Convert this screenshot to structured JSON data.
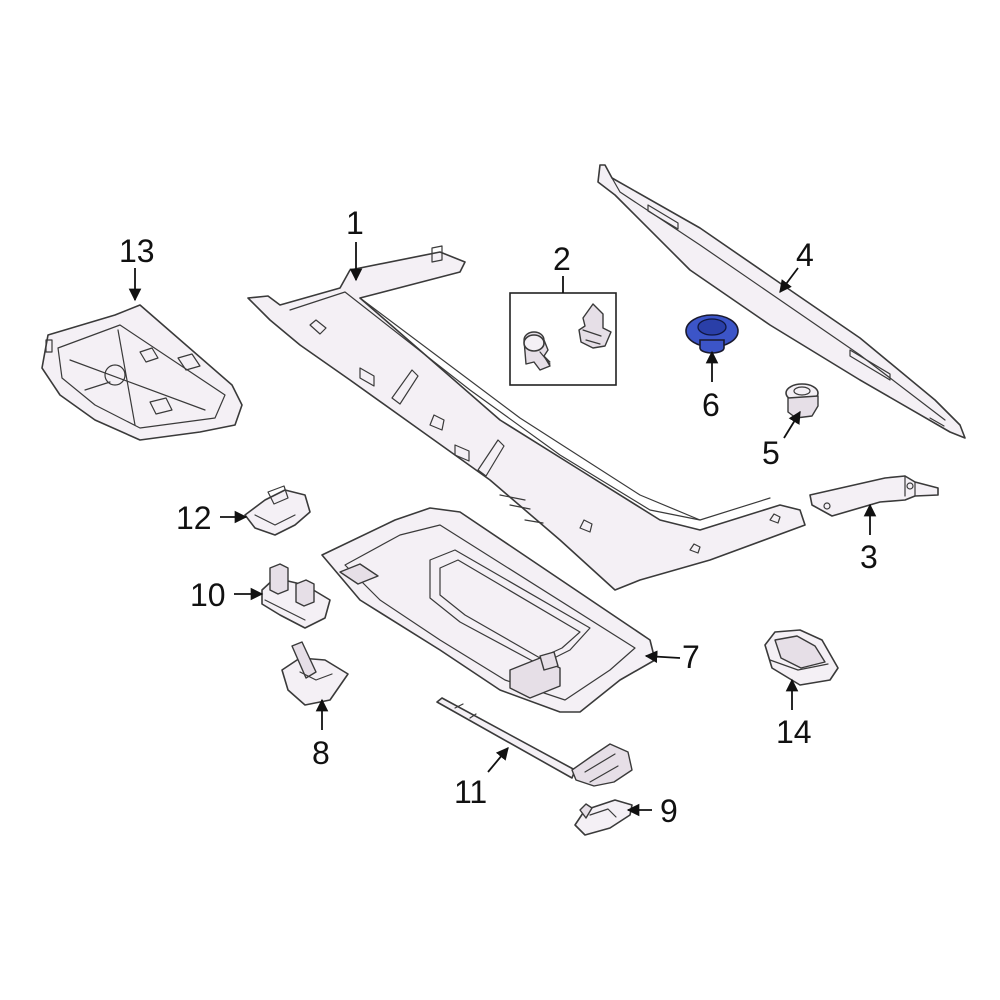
{
  "callouts": [
    {
      "id": "1",
      "label": "1"
    },
    {
      "id": "2",
      "label": "2"
    },
    {
      "id": "3",
      "label": "3"
    },
    {
      "id": "4",
      "label": "4"
    },
    {
      "id": "5",
      "label": "5"
    },
    {
      "id": "6",
      "label": "6",
      "highlighted": true
    },
    {
      "id": "7",
      "label": "7"
    },
    {
      "id": "8",
      "label": "8"
    },
    {
      "id": "9",
      "label": "9"
    },
    {
      "id": "10",
      "label": "10"
    },
    {
      "id": "11",
      "label": "11"
    },
    {
      "id": "12",
      "label": "12"
    },
    {
      "id": "13",
      "label": "13"
    },
    {
      "id": "14",
      "label": "14"
    }
  ],
  "colors": {
    "highlight": "#3c55c8",
    "line": "#3a3a3a",
    "part_fill": "#f4f0f5"
  }
}
